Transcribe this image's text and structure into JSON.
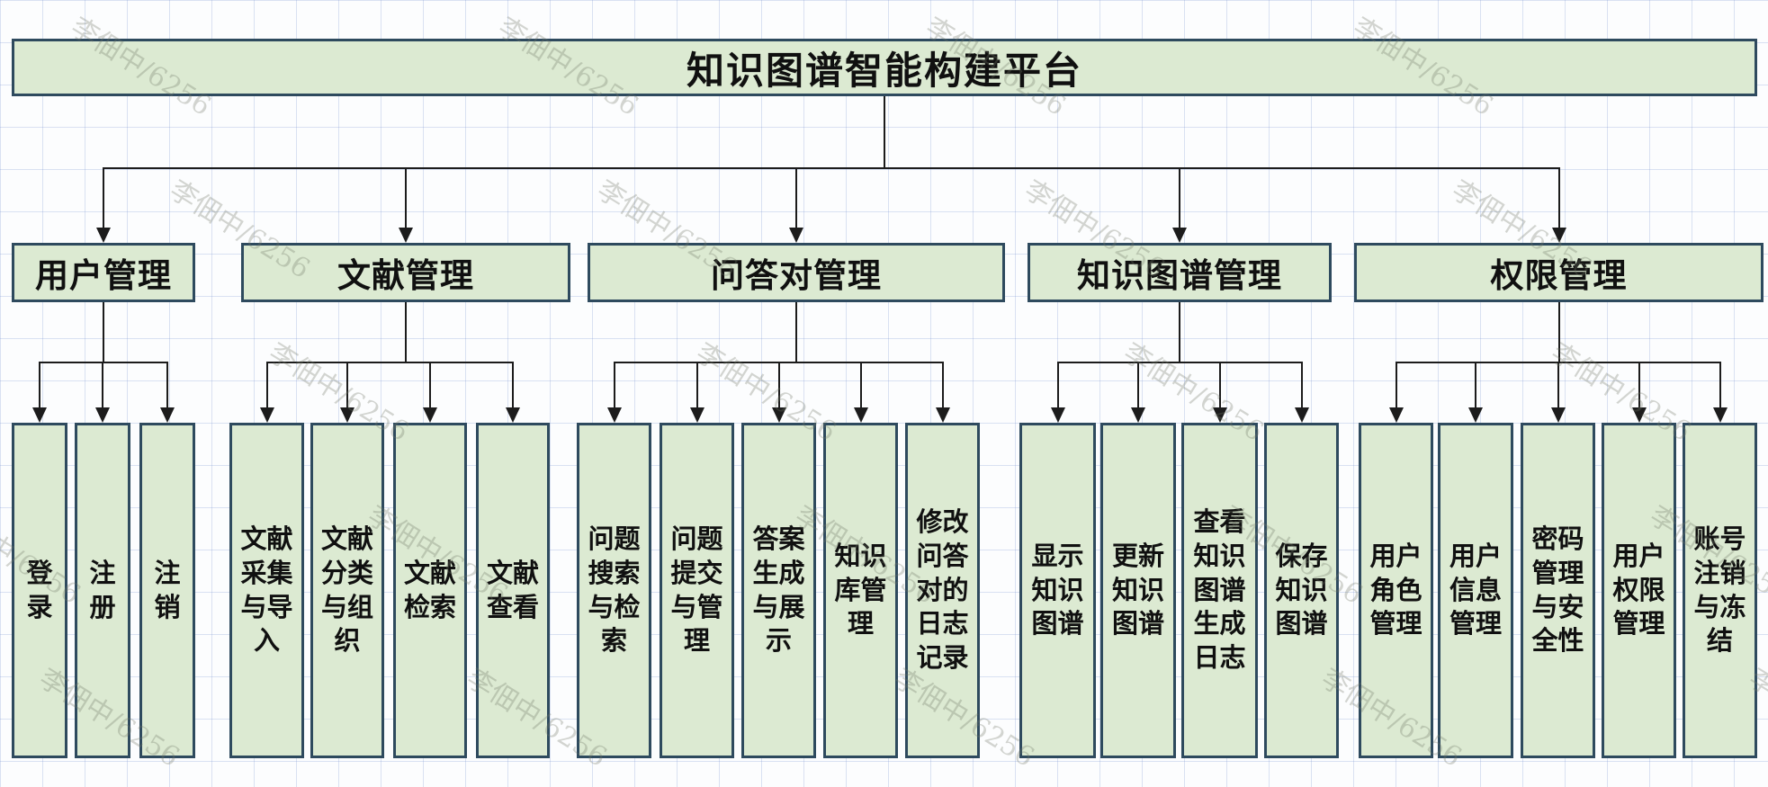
{
  "title": "知识图谱智能构建平台",
  "watermark": "李佃中/6256",
  "groups": [
    {
      "label": "用户管理",
      "children": [
        "登录",
        "注册",
        "注销"
      ]
    },
    {
      "label": "文献管理",
      "children": [
        "文献采集与导入",
        "文献分类与组织",
        "文献检索",
        "文献查看"
      ]
    },
    {
      "label": "问答对管理",
      "children": [
        "问题搜索与检索",
        "问题提交与管理",
        "答案生成与展示",
        "知识库管理",
        "修改问答对的日志记录"
      ]
    },
    {
      "label": "知识图谱管理",
      "children": [
        "显示知识图谱",
        "更新知识图谱",
        "查看知识图谱生成日志",
        "保存知识图谱"
      ]
    },
    {
      "label": "权限管理",
      "children": [
        "用户角色管理",
        "用户信息管理",
        "密码管理与安全性",
        "用户权限管理",
        "账号注销与冻结"
      ]
    }
  ],
  "colors": {
    "box_fill": "#dcead2",
    "box_border": "#2e4a5e",
    "connector": "#1c1c1c",
    "grid": "#c9d6ee"
  }
}
